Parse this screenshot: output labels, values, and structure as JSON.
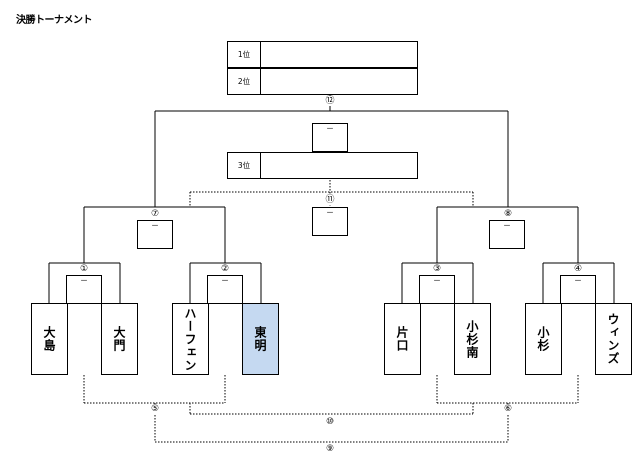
{
  "title": "決勝トーナメント",
  "ranks": [
    "1位",
    "2位",
    "3位"
  ],
  "score_placeholder": "－",
  "match_numbers": [
    "①",
    "②",
    "③",
    "④",
    "⑤",
    "⑥",
    "⑦",
    "⑧",
    "⑨",
    "⑩",
    "⑪",
    "⑫"
  ],
  "teams": [
    "大島",
    "大門",
    "ハーフェン",
    "東明",
    "片口",
    "小杉南",
    "小杉",
    "ウィンズ"
  ],
  "colors": {
    "highlight": "#c5d9f1",
    "line": "#000000"
  }
}
